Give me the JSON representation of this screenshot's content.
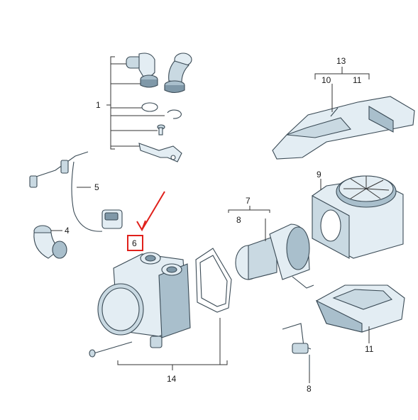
{
  "labels": {
    "l1": "1",
    "l4": "4",
    "l5": "5",
    "l6": "6",
    "l7": "7",
    "l8a": "8",
    "l8b": "8",
    "l9": "9",
    "l10": "10",
    "l11a": "11",
    "l11b": "11",
    "l13": "13",
    "l14": "14"
  },
  "highlight": {
    "label_key": "l6",
    "color": "#e0201b"
  },
  "colors": {
    "part_fill": "#e3edf3",
    "part_stroke": "#3a4a55",
    "arrow": "#e0201b"
  }
}
